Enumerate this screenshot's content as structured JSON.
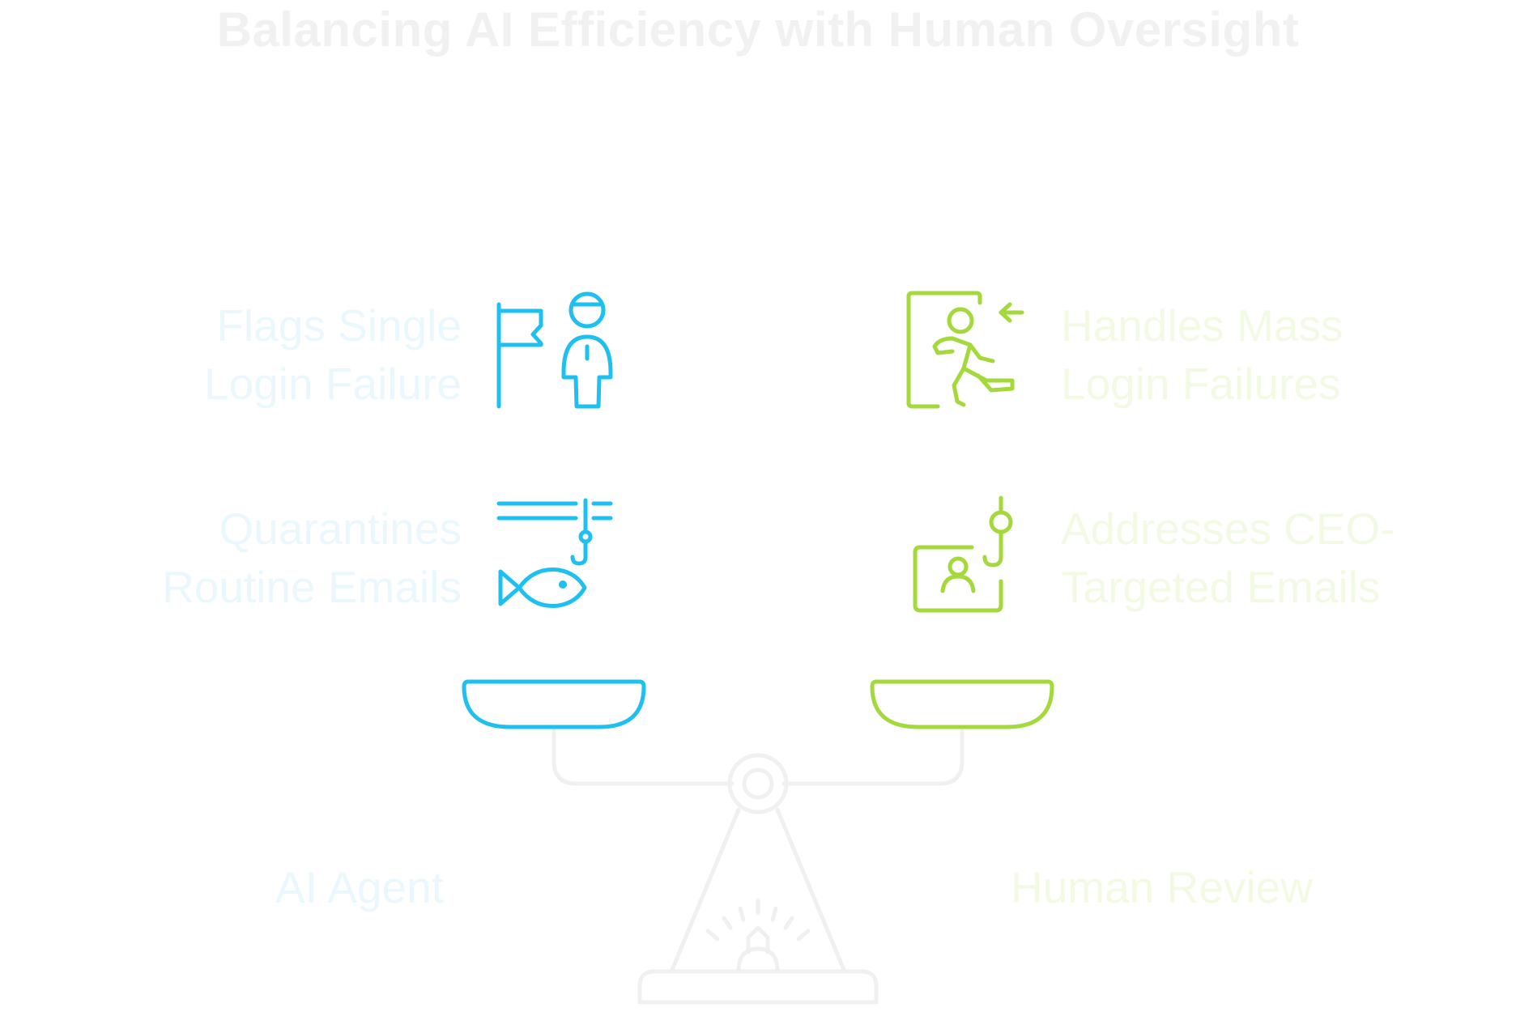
{
  "title": "Balancing AI Efficiency with Human Oversight",
  "left": {
    "label": "AI Agent",
    "color": "#1ec0f2",
    "items": [
      {
        "text": "Flags Single\nLogin Failure",
        "icon": "flag-person-icon"
      },
      {
        "text": "Quarantines\nRoutine Emails",
        "icon": "fish-hook-icon"
      }
    ]
  },
  "right": {
    "label": "Human Review",
    "color": "#a3d93a",
    "items": [
      {
        "text": "Handles Mass\nLogin Failures",
        "icon": "running-exit-icon"
      },
      {
        "text": "Addresses CEO-\nTargeted Emails",
        "icon": "phishing-profile-icon"
      }
    ]
  },
  "scale_color": "#f0f0f0"
}
